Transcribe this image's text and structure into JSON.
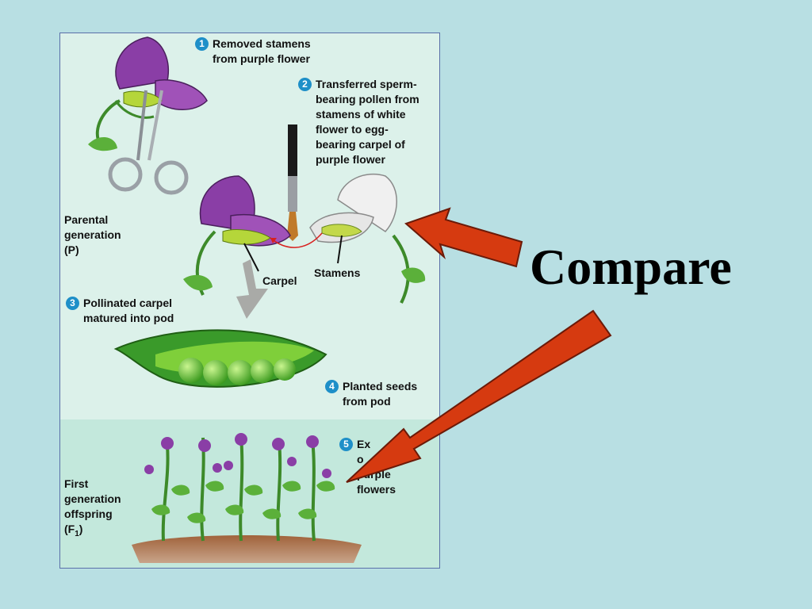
{
  "figure": {
    "steps": [
      {
        "num": "1",
        "text": "Removed stamens\nfrom purple flower"
      },
      {
        "num": "2",
        "text": "Transferred sperm-\nbearing pollen from\nstamens of white\nflower to egg-\nbearing carpel of\npurple flower"
      },
      {
        "num": "3",
        "text": "Pollinated carpel\nmatured into pod"
      },
      {
        "num": "4",
        "text": "Planted seeds\nfrom pod"
      },
      {
        "num": "5",
        "text": "Ex\no\n  purple\nflowers"
      }
    ],
    "parental_label": "Parental\ngeneration\n(P)",
    "f1_label": "First\ngeneration\noffspring\n(F",
    "f1_subscript": "1",
    "f1_close": ")",
    "carpel_label": "Carpel",
    "stamens_label": "Stamens"
  },
  "slide": {
    "compare_label": "Compare"
  },
  "colors": {
    "background": "#b8dfe3",
    "arrow": "#d63a10",
    "purple_flower": "#8a3ea6",
    "white_flower": "#f0f0f0",
    "pod": "#3a9a2a",
    "step_badge": "#1e8fc8"
  }
}
